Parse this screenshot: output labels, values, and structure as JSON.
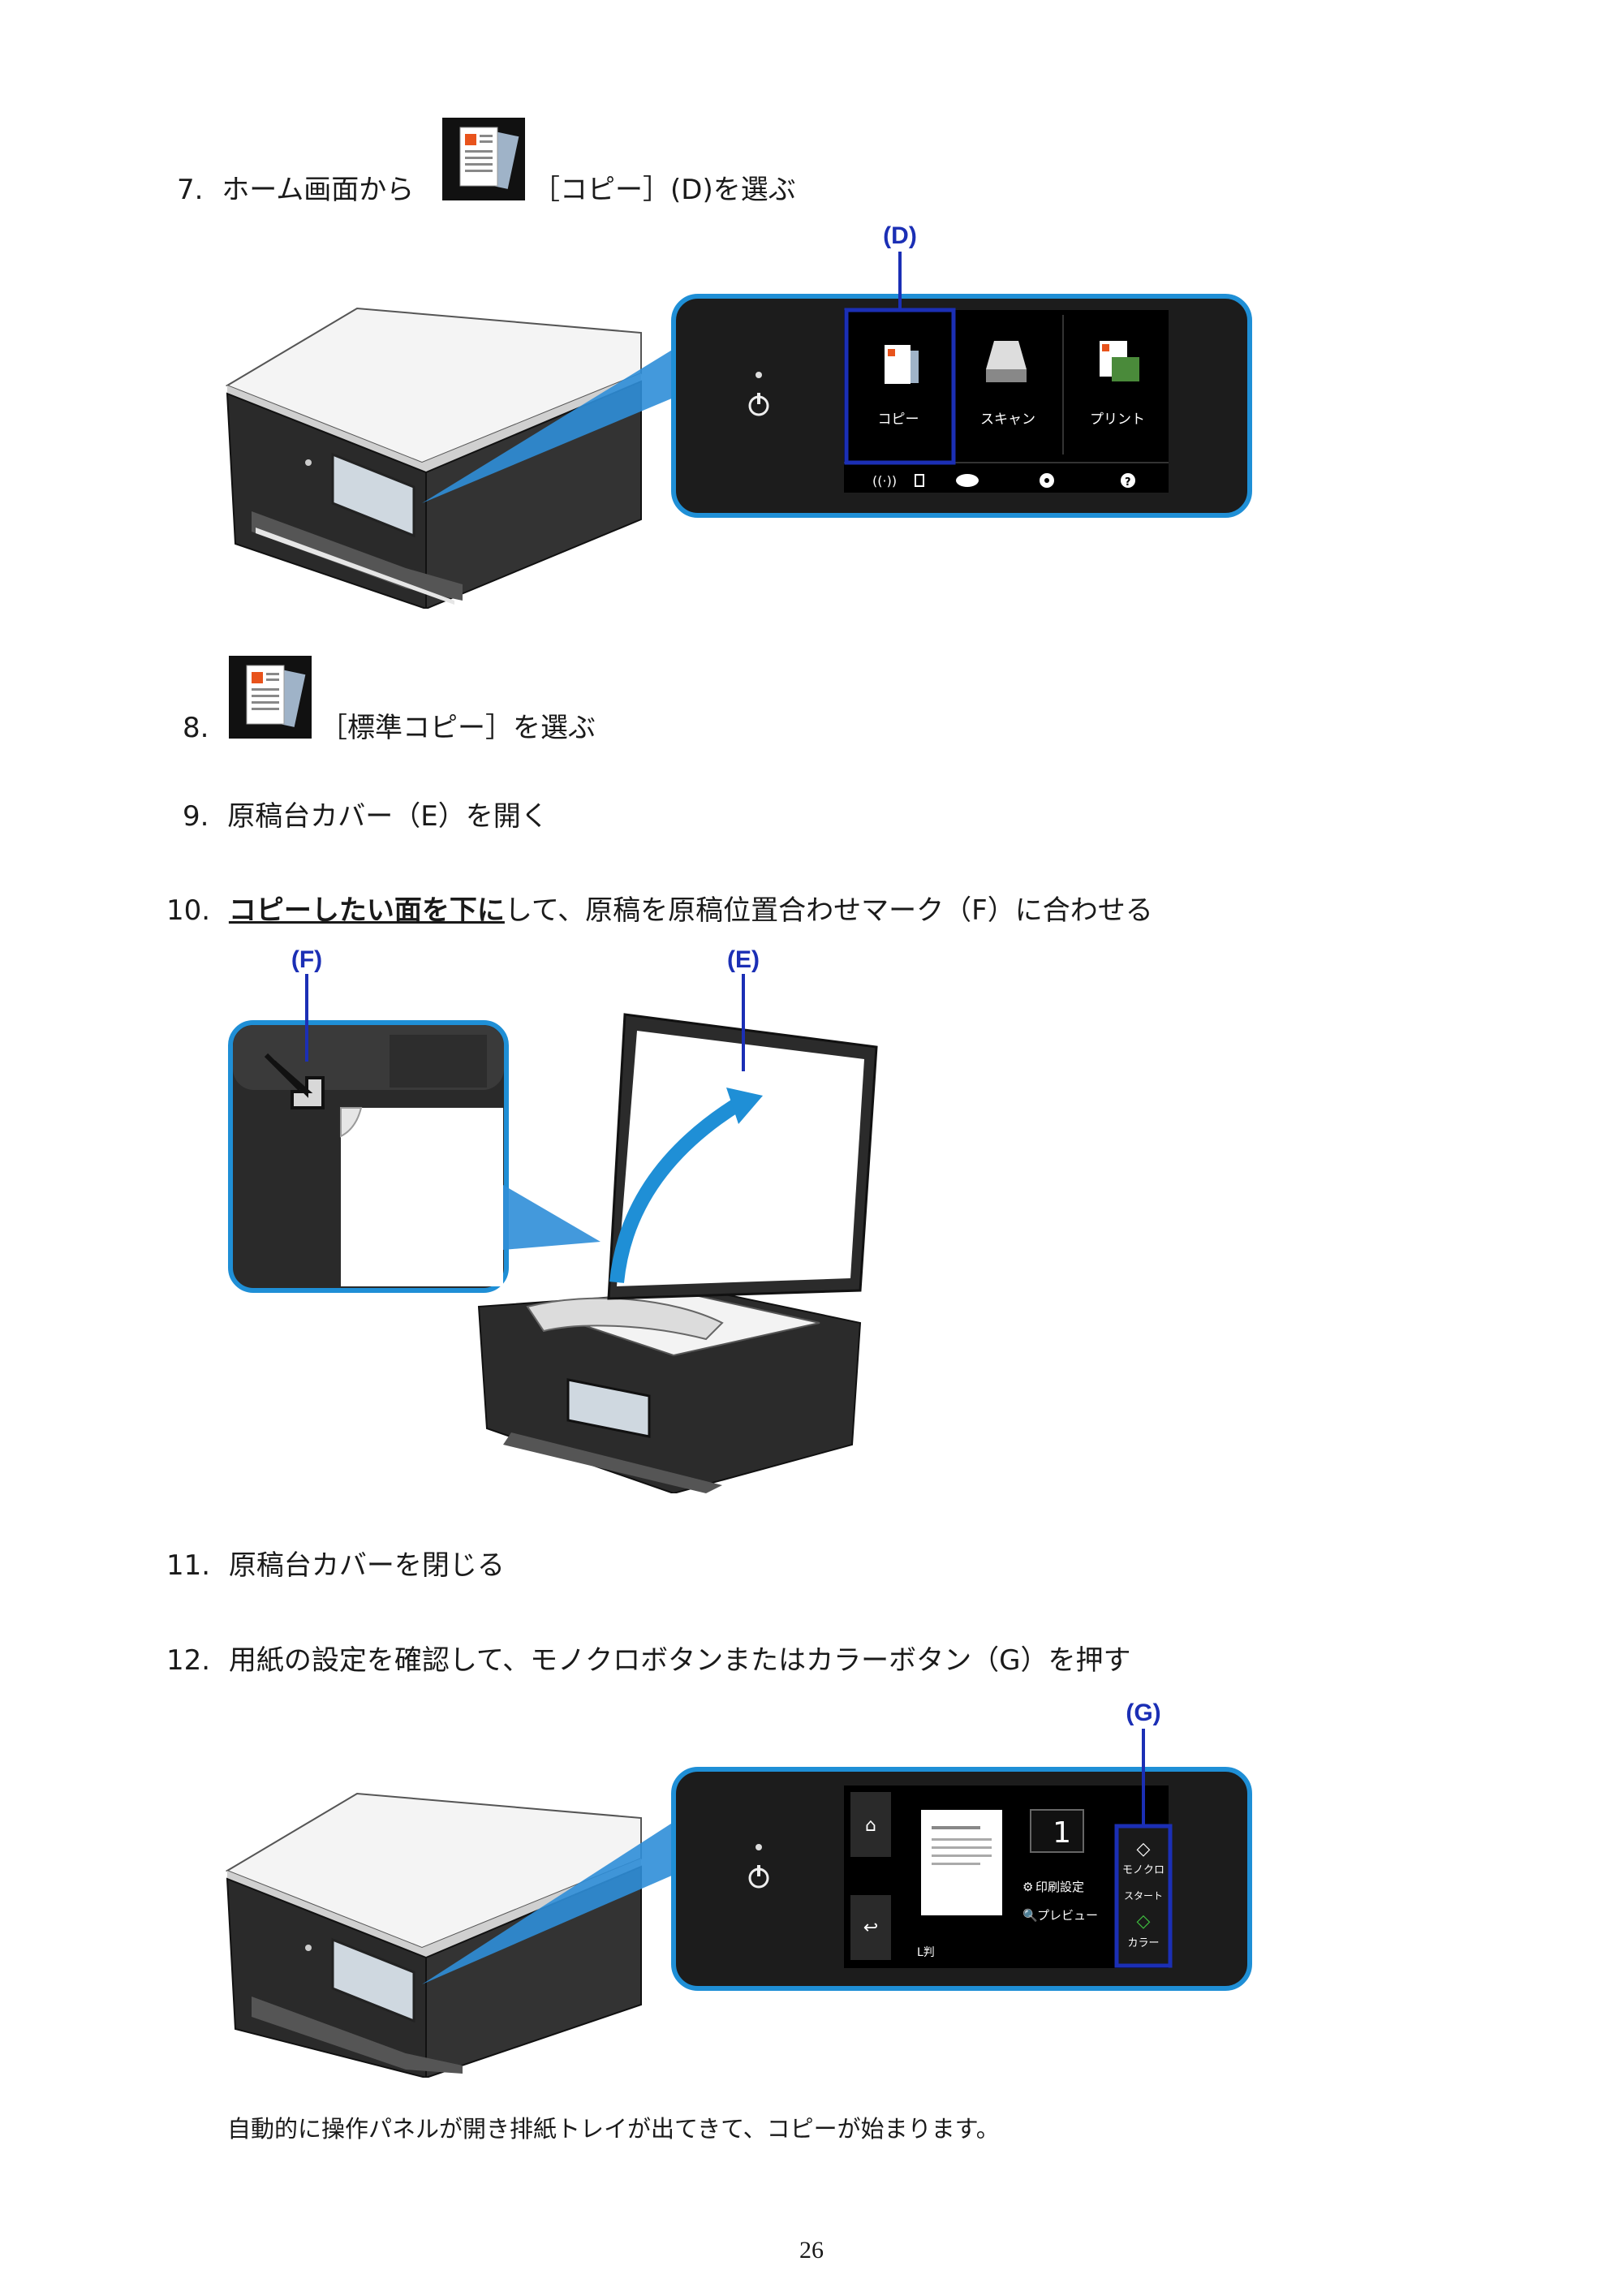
{
  "steps": {
    "s7": {
      "num": "7.",
      "pre": "ホーム画面から",
      "post": "［コピー］(D)を選ぶ"
    },
    "s8": {
      "num": "8.",
      "post": "［標準コピー］を選ぶ"
    },
    "s9": {
      "num": "9.",
      "text": "原稿台カバー（E）を開く"
    },
    "s10": {
      "num": "10.",
      "emph": "コピーしたい面を下に",
      "post": "して、原稿を原稿位置合わせマーク（F）に合わせる"
    },
    "s11": {
      "num": "11.",
      "text": "原稿台カバーを閉じる"
    },
    "s12": {
      "num": "12.",
      "text": "用紙の設定を確認して、モノクロボタンまたはカラーボタン（G）を押す"
    }
  },
  "figure1": {
    "callout": "(D)",
    "tiles": [
      "コピー",
      "スキャン",
      "プリント"
    ]
  },
  "figure2": {
    "callout_f": "(F)",
    "callout_e": "(E)"
  },
  "figure3": {
    "callout": "(G)",
    "copies": "1",
    "print_settings": "印刷設定",
    "preview": "プレビュー",
    "paper": "L判",
    "mono": "モノクロ",
    "start": "スタート",
    "color": "カラー"
  },
  "note": "自動的に操作パネルが開き排紙トレイが出てきて、コピーが始まります。",
  "page_number": "26",
  "colors": {
    "accent_blue": "#1b2fb5",
    "panel_border": "#1f8fd6",
    "panel_bg": "#1c1c1c"
  }
}
